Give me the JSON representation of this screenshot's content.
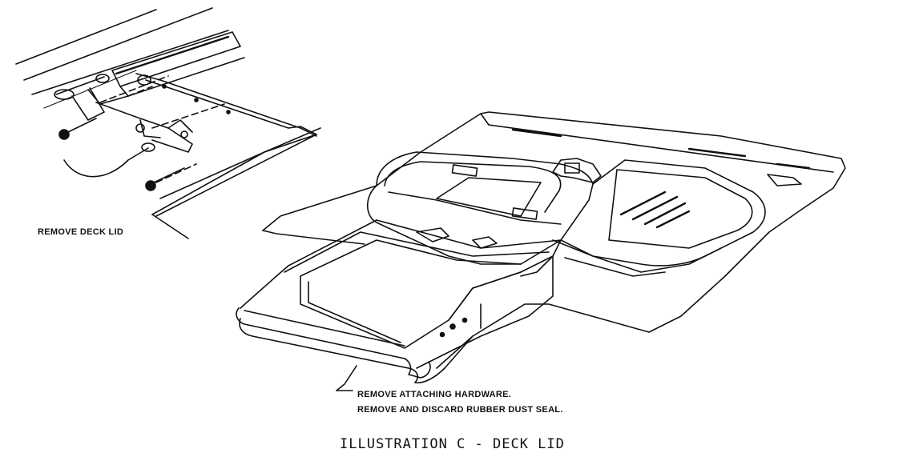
{
  "labels": {
    "remove_deck_lid": "REMOVE DECK LID",
    "remove_hardware": "REMOVE ATTACHING HARDWARE.",
    "remove_seal": "REMOVE AND DISCARD RUBBER DUST SEAL."
  },
  "caption": "ILLUSTRATION C - DECK LID"
}
